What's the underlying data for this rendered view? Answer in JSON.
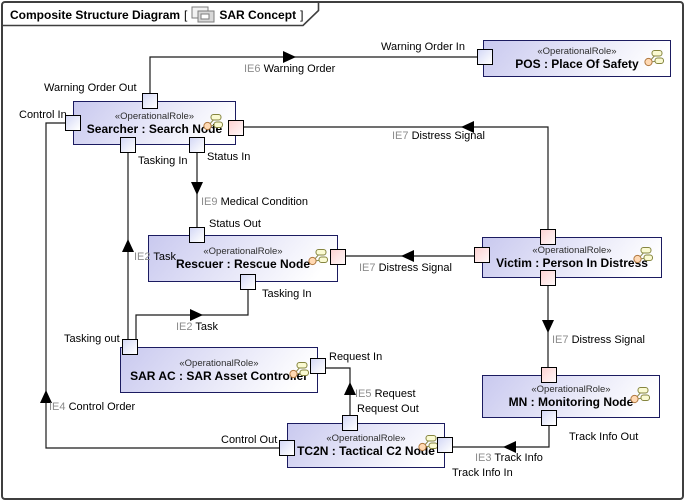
{
  "header": {
    "diagram_type": "Composite Structure Diagram",
    "bracket_open": "[",
    "diagram_name": "SAR Concept",
    "bracket_close": "]"
  },
  "stereotype": "«OperationalRole»",
  "boxes": {
    "pos": {
      "name": "POS : Place Of Safety"
    },
    "searcher": {
      "name": "Searcher : Search Node"
    },
    "rescuer": {
      "name": "Rescuer : Rescue Node"
    },
    "victim": {
      "name": "Victim : Person In Distress"
    },
    "sarac": {
      "name": "SAR AC : SAR Asset Controller"
    },
    "mn": {
      "name": "MN : Monitoring Node"
    },
    "tc2n": {
      "name": "TC2N : Tactical C2 Node"
    }
  },
  "port_labels": {
    "warning_order_in": "Warning Order In",
    "warning_order_out": "Warning Order Out",
    "control_in": "Control In",
    "tasking_in_searcher": "Tasking In",
    "status_in": "Status In",
    "status_out": "Status Out",
    "tasking_in_rescuer": "Tasking In",
    "tasking_out": "Tasking out",
    "request_in": "Request In",
    "request_out": "Request Out",
    "control_out": "Control Out",
    "track_info_in": "Track Info In",
    "track_info_out": "Track Info Out"
  },
  "flows": {
    "ie6": {
      "id": "IE6",
      "name": "Warning Order"
    },
    "ie7a": {
      "id": "IE7",
      "name": "Distress Signal"
    },
    "ie7b": {
      "id": "IE7",
      "name": "Distress Signal"
    },
    "ie7c": {
      "id": "IE7",
      "name": "Distress Signal"
    },
    "ie9": {
      "id": "IE9",
      "name": "Medical Condition"
    },
    "ie2a": {
      "id": "IE2",
      "name": "Task"
    },
    "ie2b": {
      "id": "IE2",
      "name": "Task"
    },
    "ie5": {
      "id": "IE5",
      "name": "Request"
    },
    "ie4": {
      "id": "IE4",
      "name": "Control Order"
    },
    "ie3": {
      "id": "IE3",
      "name": "Track Info"
    }
  },
  "colors": {
    "box_border": "#1b1b60",
    "box_fill_top": "#c9c9ef",
    "port_fill": "#d4d8f6",
    "port_fill_pink": "#fcd2d2",
    "connector": "#1a1a1a",
    "flow_id_gray": "#8c8c8c",
    "frame": "#3f3f3f"
  }
}
